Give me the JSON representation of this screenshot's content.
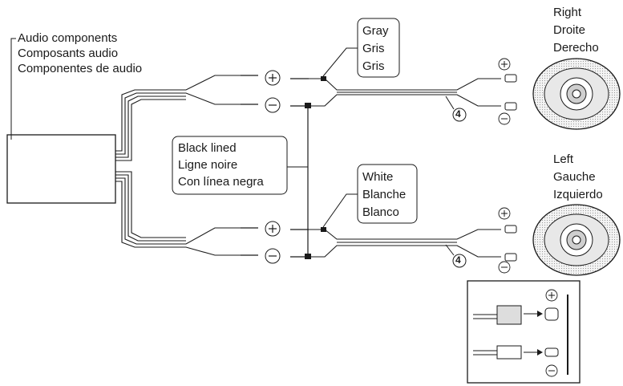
{
  "audio_components": {
    "line1": "Audio components",
    "line2": "Composants audio",
    "line3": "Componentes de audio"
  },
  "gray_label": {
    "line1": "Gray",
    "line2": "Gris",
    "line3": "Gris"
  },
  "black_lined_label": {
    "line1": "Black lined",
    "line2": "Ligne noire",
    "line3": "Con línea negra"
  },
  "white_label": {
    "line1": "White",
    "line2": "Blanche",
    "line3": "Blanco"
  },
  "right_speaker": {
    "line1": "Right",
    "line2": "Droite",
    "line3": "Derecho"
  },
  "left_speaker": {
    "line1": "Left",
    "line2": "Gauche",
    "line3": "Izquierdo"
  },
  "symbols": {
    "plus": "+",
    "minus": "−",
    "callout_number": "4"
  },
  "colors": {
    "ink": "#1a1a1a",
    "background": "#ffffff",
    "speaker_fill": "#e8e8e8"
  }
}
